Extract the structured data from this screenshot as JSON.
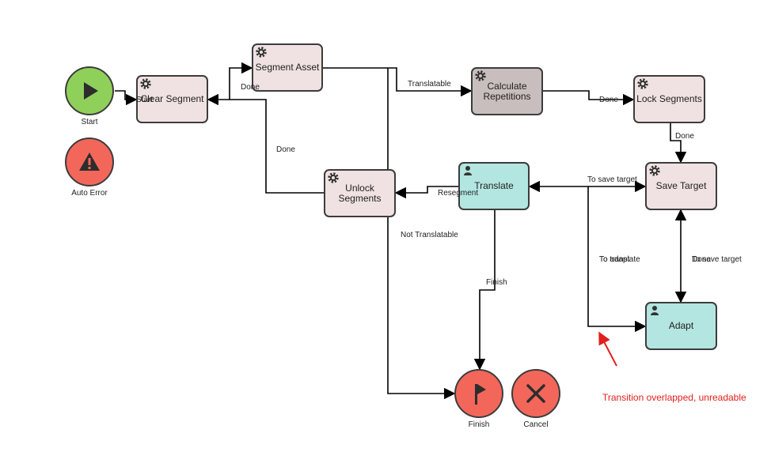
{
  "events": {
    "start": {
      "caption": "Start"
    },
    "auto_error": {
      "caption": "Auto Error"
    },
    "finish": {
      "caption": "Finish"
    },
    "cancel": {
      "caption": "Cancel"
    }
  },
  "tasks": {
    "clear_segment": {
      "label": "Clear Segment",
      "icon": "gear-icon"
    },
    "segment_asset": {
      "label": "Segment Asset",
      "icon": "gear-icon"
    },
    "calculate_repetitions": {
      "label": "Calculate Repetitions",
      "icon": "gear-icon"
    },
    "lock_segments": {
      "label": "Lock Segments",
      "icon": "gear-icon"
    },
    "unlock_segments": {
      "label": "Unlock Segments",
      "icon": "gear-icon"
    },
    "translate": {
      "label": "Translate",
      "icon": "user-icon"
    },
    "save_target": {
      "label": "Save Target",
      "icon": "gear-icon"
    },
    "adapt": {
      "label": "Adapt",
      "icon": "user-icon"
    }
  },
  "transitions": {
    "start": "Start",
    "done_1": "Done",
    "done_2": "Done",
    "translatable": "Translatable",
    "done_3": "Done",
    "done_4": "Done",
    "to_save_target": "To save target",
    "resegment": "Resegment",
    "not_translatable": "Not Translatable",
    "finish": "Finish",
    "to_adapt": "To adapt",
    "to_translate": "To translate",
    "done_5": "Done",
    "to_save_target_2": "To save target"
  },
  "annotation": {
    "text": "Transition overlapped, unreadable",
    "color": "#e0201e"
  },
  "colors": {
    "start": "#8fd05a",
    "error": "#f3675b",
    "task": "#f0e2e2",
    "task_service": "#c9bebe",
    "task_user": "#b3e6e0",
    "stroke": "#3c3c3c"
  }
}
